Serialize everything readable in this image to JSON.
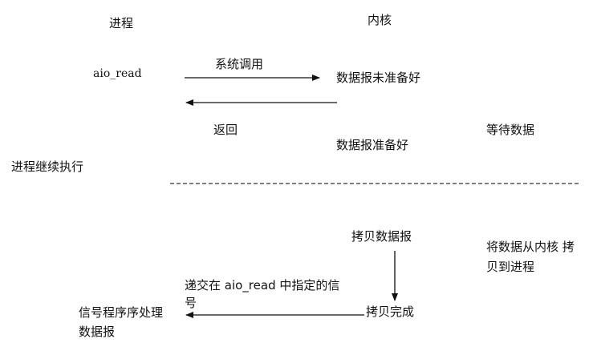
{
  "columns": {
    "process": "进程",
    "kernel": "内核"
  },
  "call": {
    "function": "aio_read",
    "syscall_label": "系统调用",
    "return_label": "返回",
    "continue_label": "进程继续执行"
  },
  "kernel_states": {
    "not_ready": "数据报未准备好",
    "ready": "数据报准备好",
    "copying": "拷贝数据报",
    "copy_done": "拷贝完成"
  },
  "phases": {
    "wait": "等待数据",
    "copy": "将数据从内核 拷贝到进程"
  },
  "signal": {
    "deliver_label": "递交在 aio_read 中指定的信号",
    "handler_label": "信号程序序处理 数据报"
  }
}
